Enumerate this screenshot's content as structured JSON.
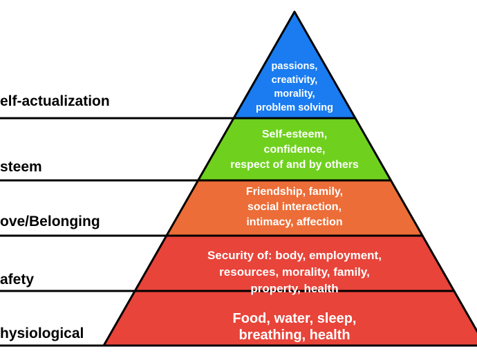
{
  "tiers": [
    {
      "label": "elf-actualization",
      "text": "passions,\ncreativity,\nmorality,\nproblem solving",
      "color": "#1a7cf0"
    },
    {
      "label": "steem",
      "text": "Self-esteem,\nconfidence,\nrespect of and by others",
      "color": "#6fd11e"
    },
    {
      "label": "ove/Belonging",
      "text": "Friendship, family,\nsocial interaction,\nintimacy, affection",
      "color": "#ec6d37"
    },
    {
      "label": "afety",
      "text": "Security of: body, employment,\nresources, morality, family, property, health",
      "color": "#e8443a"
    },
    {
      "label": "hysiological",
      "text": "Food, water, sleep, breathing, health",
      "color": "#e8443a"
    }
  ],
  "colors": {
    "outline": "#000000"
  }
}
